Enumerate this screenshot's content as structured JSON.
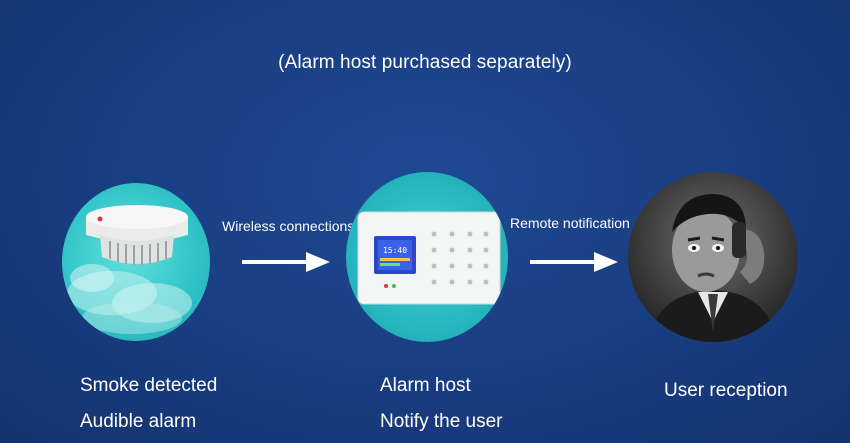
{
  "subtitle": "(Alarm host purchased separately)",
  "connections": {
    "first": "Wireless connections",
    "second": "Remote notification"
  },
  "stages": [
    {
      "lines": [
        "Smoke detected",
        "Audible alarm"
      ]
    },
    {
      "lines": [
        "Alarm host",
        "Notify the user"
      ]
    },
    {
      "lines": [
        "User reception"
      ]
    }
  ],
  "device_screen": {
    "time": "15:40"
  }
}
